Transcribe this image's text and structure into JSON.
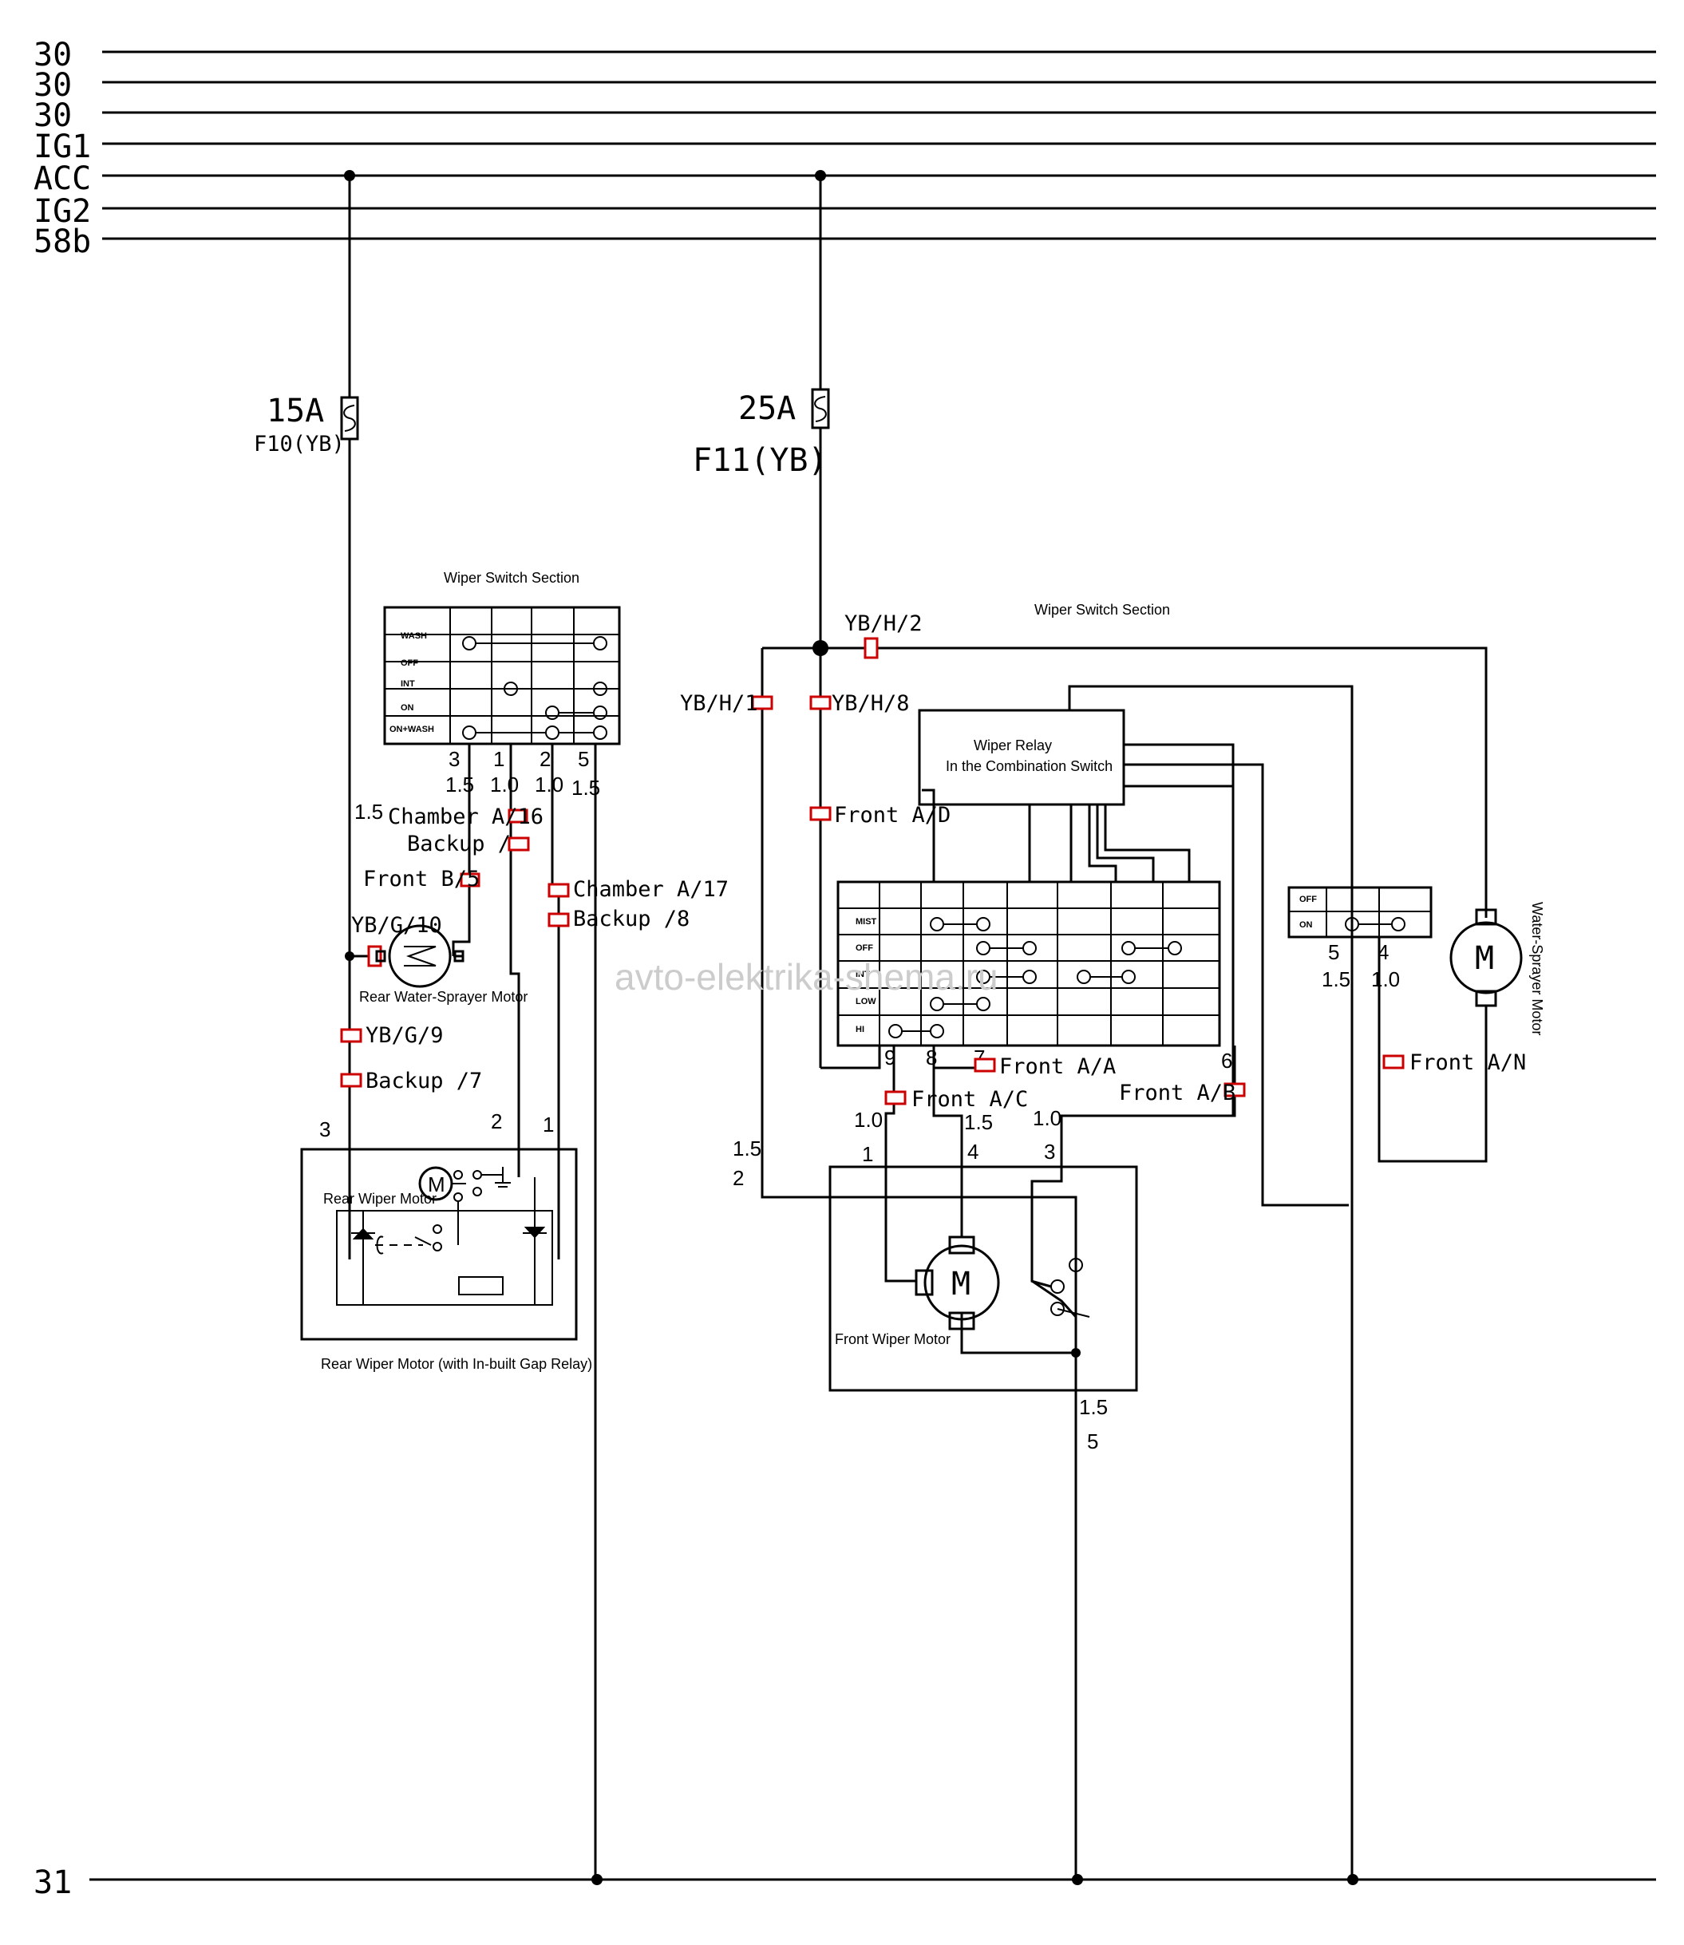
{
  "rails": [
    {
      "name": "30"
    },
    {
      "name": "30"
    },
    {
      "name": "30"
    },
    {
      "name": "IG1"
    },
    {
      "name": "ACC"
    },
    {
      "name": "IG2"
    },
    {
      "name": "58b"
    }
  ],
  "ground_rail": {
    "name": "31"
  },
  "fuses": [
    {
      "rating": "15A",
      "id": "F10(YB)"
    },
    {
      "rating": "25A",
      "id": "F11(YB)"
    }
  ],
  "rear_switch": {
    "title": "Wiper Switch Section",
    "rows": [
      "WASH",
      "OFF",
      "INT",
      "ON",
      "ON+WASH"
    ],
    "pins": [
      "3",
      "1",
      "2",
      "5"
    ],
    "gauges": [
      "1.5",
      "1.0",
      "1.0",
      "1.5"
    ]
  },
  "front_switch": {
    "title": "Wiper Switch Section",
    "rows": [
      "MIST",
      "OFF",
      "INT",
      "LOW",
      "HI"
    ],
    "pins": [
      "9",
      "8",
      "7",
      "6"
    ]
  },
  "washer_switch": {
    "rows": [
      "OFF",
      "ON"
    ],
    "pins": [
      "5",
      "4"
    ],
    "gauges": [
      "1.5",
      "1.0"
    ]
  },
  "relay": {
    "line1": "Wiper Relay",
    "line2": "In the Combination Switch"
  },
  "connectors": {
    "chamber_a16": "Chamber A/16",
    "backup_blank": "Backup /",
    "front_b5": "Front B/5",
    "yb_g10": "YB/G/10",
    "chamber_a17": "Chamber A/17",
    "backup_8": "Backup /8",
    "yb_g9": "YB/G/9",
    "backup_7": "Backup /7",
    "yb_h2": "YB/H/2",
    "yb_h1": "YB/H/1",
    "yb_h8": "YB/H/8",
    "front_ad": "Front A/D",
    "front_aa": "Front A/A",
    "front_ac": "Front A/C",
    "front_ab": "Front A/B",
    "front_an": "Front A/N"
  },
  "components": {
    "rear_washer_motor": "Rear Water-Sprayer Motor",
    "rear_wiper_motor": "Rear Wiper Motor",
    "rear_wiper_caption": "Rear Wiper Motor (with In-built Gap Relay)",
    "front_wiper_motor": "Front Wiper Motor",
    "front_washer_motor": "Water-Sprayer Motor",
    "motor_symbol": "M"
  },
  "wire_labels": {
    "g15_a": "1.5",
    "rear_motor_pins": [
      "3",
      "2",
      "1"
    ],
    "g15_b": "1.5",
    "pin2": "2",
    "g10_a": "1.0",
    "pin1": "1",
    "g15_c": "1.5",
    "pin4": "4",
    "g10_b": "1.0",
    "pin3": "3",
    "g15_d": "1.5",
    "pin5": "5"
  },
  "watermark": "avto-elektrika-shema.ru"
}
